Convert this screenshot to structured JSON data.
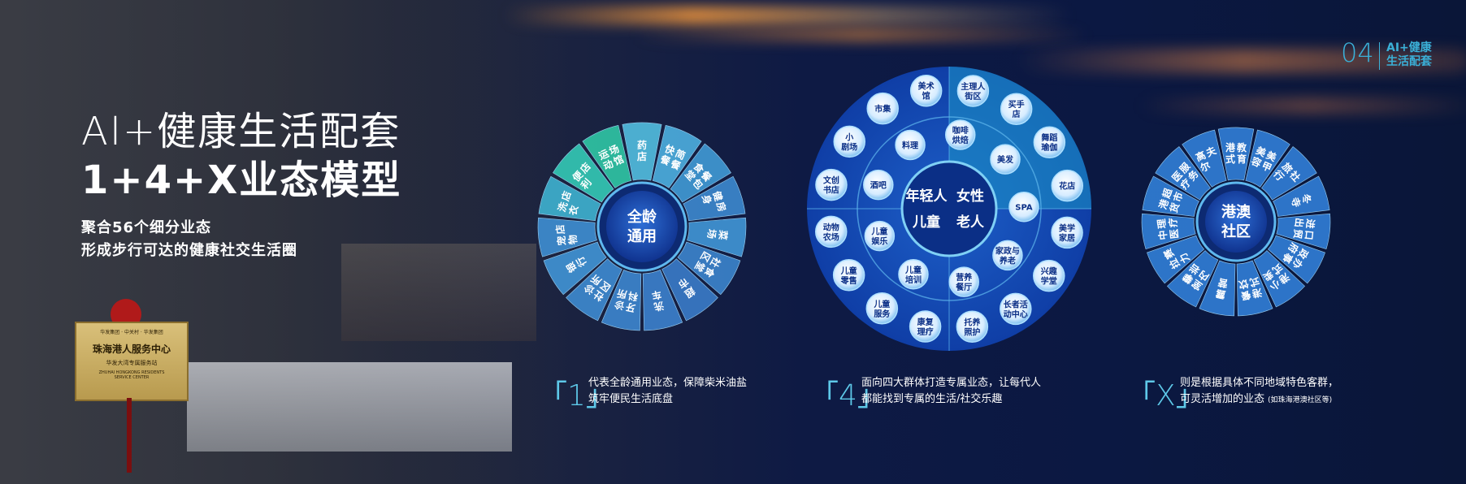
{
  "header": {
    "page_num": "04",
    "section_line1": "AI+健康",
    "section_line2": "生活配套"
  },
  "title": {
    "line1": "AI+健康生活配套",
    "line2": "1+4+X业态模型"
  },
  "subtitle": {
    "line1": "聚合56个细分业态",
    "line2": "形成步行可达的健康社交生活圈"
  },
  "sign": {
    "top": "华发集团 · 中关村 · 华发集团",
    "title": "珠海港人服务中心",
    "sub": "华发大湾专属服务站",
    "en1": "ZHUHAI HONGKONG RESIDENTS",
    "en2": "SERVICE CENTER"
  },
  "wheel1": {
    "center": [
      "全龄",
      "通用"
    ],
    "segments": [
      [
        "药",
        "店"
      ],
      [
        "快",
        "餐",
        "简",
        "餐"
      ],
      [
        "食",
        "堂",
        "餐",
        "包"
      ],
      [
        "健",
        "身",
        "房"
      ],
      [
        "菜",
        "场"
      ],
      [
        "社",
        "区",
        "食",
        "堂"
      ],
      [
        "超",
        "市"
      ],
      [
        "洗",
        "车"
      ],
      [
        "牙",
        "科",
        "诊",
        "所"
      ],
      [
        "社",
        "区",
        "诊",
        "所"
      ],
      [
        "银",
        "行"
      ],
      [
        "宠",
        "物",
        "店"
      ],
      [
        "洗",
        "衣",
        "店"
      ],
      [
        "便",
        "利",
        "店"
      ],
      [
        "运",
        "动",
        "场",
        "馆"
      ]
    ],
    "colors": [
      "#4fb6d8",
      "#4aa8d8",
      "#3f95cf",
      "#3b84c8",
      "#3f90d0",
      "#3a7fc6",
      "#3877c2",
      "#3a7cc6",
      "#3b81c8",
      "#3c86ca",
      "#3f8fcf",
      "#3d8acc",
      "#3dabc9",
      "#33c2b0",
      "#2fbfa0"
    ]
  },
  "wheel4": {
    "center": {
      "tl": "年轻人",
      "tr": "女性",
      "bl": "儿童",
      "br": "老人"
    },
    "outer": [
      "主理人\n街区",
      "买手\n店",
      "舞蹈\n瑜伽",
      "花店",
      "美学\n家居",
      "兴趣\n学堂",
      "长者活\n动中心",
      "托养\n照护",
      "康复\n理疗",
      "儿童\n服务",
      "儿童\n零售",
      "动物\n农场",
      "文创\n书店",
      "小\n剧场",
      "市集",
      "美术\n馆"
    ],
    "inner": [
      "咖啡\n烘焙",
      "美发",
      "SPA",
      "家政与\n养老",
      "营养\n餐厅",
      "儿童\n培训",
      "儿童\n娱乐",
      "酒吧",
      "料理"
    ]
  },
  "wheelX": {
    "center": [
      "港澳",
      "社区"
    ],
    "segments": [
      [
        "港",
        "式",
        "教",
        "育"
      ],
      [
        "美",
        "容",
        "美",
        "甲"
      ],
      [
        "旅",
        "行",
        "社"
      ],
      [
        "冬",
        "寺"
      ],
      [
        "进",
        "出",
        "口",
        "贸"
      ],
      [
        "政",
        "府",
        "办",
        "事"
      ],
      [
        "港",
        "式",
        "小",
        "卖"
      ],
      [
        "港",
        "式",
        "餐",
        "饮"
      ],
      [
        "露",
        "营"
      ],
      [
        "室",
        "内",
        "攀",
        "岩"
      ],
      [
        "拉",
        "力",
        "赛"
      ],
      [
        "中",
        "医",
        "理",
        "疗"
      ],
      [
        "港",
        "货",
        "超",
        "市"
      ],
      [
        "医",
        "疗",
        "服",
        "务"
      ],
      [
        "高",
        "尔",
        "夫"
      ]
    ]
  },
  "captions": {
    "c1": {
      "mark": "1",
      "line1": "代表全龄通用业态，保障柴米油盐",
      "line2": "筑牢便民生活底盘"
    },
    "c4": {
      "mark": "4",
      "line1": "面向四大群体打造专属业态，让每代人",
      "line2": "都能找到专属的生活/社交乐趣"
    },
    "cX": {
      "mark": "X",
      "line1": "则是根据具体不同地域特色客群，",
      "line2": "可灵活增加的业态",
      "note": "(如珠海港澳社区等)"
    }
  }
}
